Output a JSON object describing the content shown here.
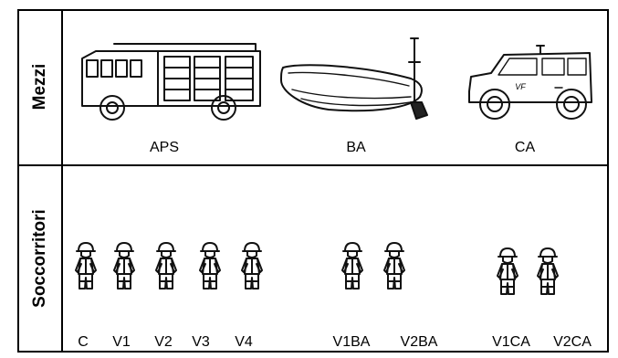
{
  "rows": {
    "vehicles_label": "Mezzi",
    "rescuers_label": "Soccorritori"
  },
  "vehicles": [
    {
      "code": "APS",
      "icon": "fire-truck-icon"
    },
    {
      "code": "BA",
      "icon": "rubber-boat-icon"
    },
    {
      "code": "CA",
      "icon": "off-road-vehicle-icon"
    }
  ],
  "vehicle_decal": "VF",
  "rescuers": [
    "C",
    "V1",
    "V2",
    "V3",
    "V4",
    "V1BA",
    "V2BA",
    "V1CA",
    "V2CA"
  ],
  "colors": {
    "line": "#000000",
    "background": "#ffffff"
  }
}
